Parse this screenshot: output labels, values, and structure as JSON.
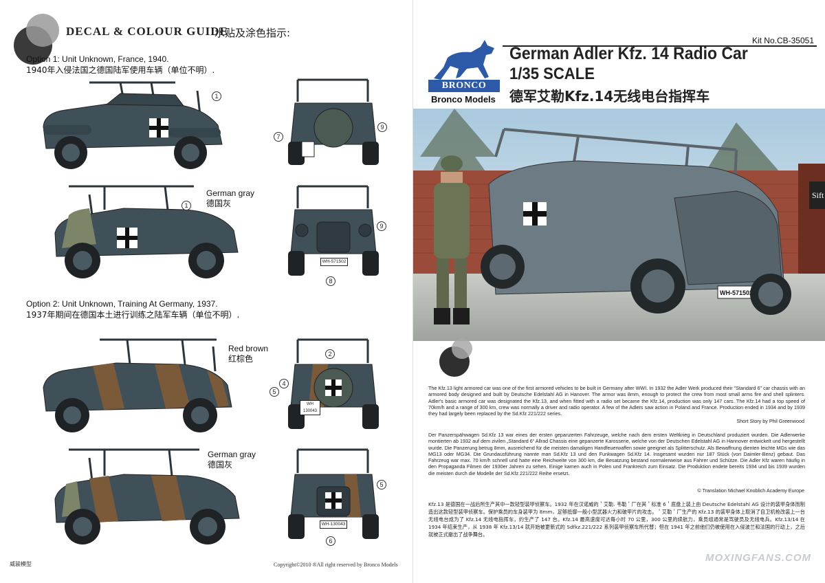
{
  "left_page": {
    "header": {
      "title": "DECAL & COLOUR GUIDE",
      "title_cn": "水贴及涂色指示:"
    },
    "option1": {
      "title": "Option 1: Unit Unknown, France, 1940.",
      "title_cn": "1940年入侵法国之德国陆军使用车辆（单位不明）.",
      "color_label": "German gray",
      "color_label_cn": "德国灰",
      "plate": "WH-571502"
    },
    "option2": {
      "title": "Option 2: Unit Unknown, Training At Germany, 1937.",
      "title_cn": "1937年期间在德国本土进行训练之陆军车辆（单位不明）.",
      "color_label_1": "Red brown",
      "color_label_1_cn": "红棕色",
      "color_label_2": "German gray",
      "color_label_2_cn": "德国灰",
      "plate": "WH-130043",
      "plate_split_top": "WH",
      "plate_split_bottom": "130043"
    },
    "callouts": [
      "1",
      "2",
      "4",
      "5",
      "6",
      "7",
      "8",
      "9"
    ],
    "footer_left": "威骏模型",
    "footer_center": "Copyright©2010  ®All right reserved by Bronco Models",
    "colors": {
      "german_gray": "#3f5059",
      "red_brown": "#7b5a3a",
      "tire": "#1f2326",
      "hub": "#4a5a62"
    }
  },
  "right_page": {
    "kit_no": "Kit No.CB-35051",
    "brand": "BRONCO",
    "brand_sub": "Bronco Models",
    "title": "German Adler Kfz. 14 Radio Car",
    "scale": "1/35 SCALE",
    "title_cn": "德军艾勒Kfz.14无线电台指挥车",
    "art_plate": "WH-571502",
    "art_sign": "Sift",
    "english_text": "The Kfz.13 light armored car was one of the first armored vehicles to be built in Germany after WWI. In 1932 the Adler Werk produced their \"Standard 6\" car chassis with an armored body designed and built by Deutsche Edelstahl AG in Hanover. The armor was 8mm, enough to protect the crew from most small arms fire and shell splinters. Adler's basic armored car was designated the Kfz.13, and when fitted with a radio set became the Kfz.14, production was only 147 cars. The Kfz.14 had a top speed of 70km/h and a range of 300 km, crew was normally a driver and radio operator. A few of the Adlers saw action in Poland and France. Production ended in 1934 and by 1939 they had largely been replaced by the Sd.Kfz 221/222 series.",
    "english_credit": "Short Story by Phil Greenwood",
    "german_text": "Der Panzerspähwagen Sd.Kfz 13 war eines der ersten gepanzerten Fahrzeuge, welche nach dem ersten Weltkrieg in Deutschland produziert wurden. Die Adlerwerke montierten ab 1932 auf dem zivilen „Standard 6“ Allrad Chassis eine gepanzerte Karosserie, welche von der Deutschen Edelstahl AG in Hannover entwickelt und hergestellt wurde. Die Panzerung betrug 8mm, ausreichend für die meisten damaligen Handfeuerwaffen sowie geeignet als Splitterschutz. Als Bewaffnung dienten leichte MGs wie das MG13 oder MG34. Die Grundausführung nannte man Sd.Kfz 13 und den Funkwagen Sd.Kfz 14. Insgesamt wurden nur 187 Stück (von Daimler-Benz) gebaut. Das Fahrzeug war max. 70 km/h schnell und hatte eine Reichweite von 300 km, die Besatzung bestand normalerweise aus Fahrer und Schütze. Die Adler Kfz waren häufig in den Propaganda Filmen der 1930er Jahren zu sehen. Einige kamen auch in Polen und Frankreich zum Einsatz. Die Produktion endete bereits 1934 und bis 1939 wurden die meisten durch die Modelle der Sd.Kfz 221/222 Reihe ersetzt.",
    "german_credit": "© Translation Michael Knoblich Academy Europe",
    "chinese_text": "Kfz.13 是德国在一战后所生产其中一款轻型装甲侦察车。1932 年在汉诺威的＇艾勒. 韦勒＇厂在其＇标准 6＇底盘上装上由 Deutsche Edelstahl AG 设计的装甲身体而制造出这款轻型装甲侦察车。保护乘员的车身装甲为 8mm，足够抵御一般小型武器火力和破甲片的攻击。＇艾勒＇厂生产的 Kfz.13 的装甲身体上取消了自卫机枪改装上一台无线电台成为了 Kfz.14 无线电指挥车，约生产了 147 台。Kfz.14 最高速度可达每小时 70 公里，300 公里的续航力，乘员组通常是驾驶员及无线电兵。Kfz.13/14 在 1934 年结束生产，从 1938 年 Kfz.13/14 就开始被更新式的 Sdfkz.221/222 系列装甲侦察车所代替；但在 1941 年之前他们仍被使用在入侵波兰和法国的行动上，之后就被正式撤出了战争舞台。",
    "watermark": "MOXINGFANS.COM"
  }
}
